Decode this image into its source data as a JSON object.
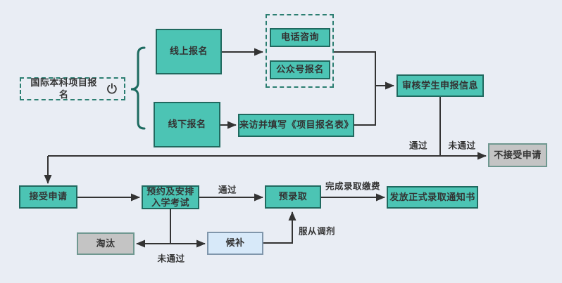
{
  "diagram": {
    "type": "flowchart",
    "colors": {
      "background": "#e9edf4",
      "node_fill": "#4cc4b4",
      "node_border": "#20695f",
      "gray_fill": "#c4c4c4",
      "gray_border": "#6f9890",
      "blue_fill": "#d7e9f9",
      "blue_border": "#8096ab",
      "dashed_border": "#2b7e71",
      "connector": "#333333",
      "text": "#333333"
    },
    "nodes": {
      "start": "国际本科项目报名",
      "online": "线上报名",
      "offline": "线下报名",
      "phone": "电话咨询",
      "wechat": "公众号报名",
      "visit": "来访并填写《项目报名表》",
      "review": "审核学生申报信息",
      "reject": "不接受申请",
      "accept": "接受申请",
      "exam_line1": "预约及安排",
      "exam_line2": "入学考试",
      "preadmit": "预录取",
      "notice": "发放正式录取通知书",
      "eliminate": "淘汰",
      "waitlist": "候补"
    },
    "edge_labels": {
      "pass_review": "通过",
      "fail_review": "未通过",
      "pass_exam": "通过",
      "fail_exam": "未通过",
      "pay": "完成录取缴费",
      "adjust": "服从调剂"
    },
    "icons": {
      "start_icon": "power-icon"
    }
  }
}
